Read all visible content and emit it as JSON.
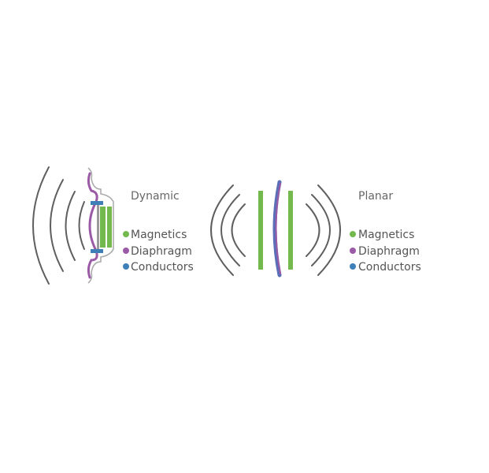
{
  "colors": {
    "magnetics": "#74b94e",
    "diaphragm": "#9b5aa6",
    "conductors": "#3e7fb8",
    "waves": "#5f5f5f",
    "housing": "#9a9a9a",
    "text": "#5a5a5a"
  },
  "dynamic": {
    "title": "Dynamic",
    "legend": [
      {
        "label": "Magnetics",
        "color": "#74b94e"
      },
      {
        "label": "Diaphragm",
        "color": "#9b5aa6"
      },
      {
        "label": "Conductors",
        "color": "#3e7fb8"
      }
    ]
  },
  "planar": {
    "title": "Planar",
    "legend": [
      {
        "label": "Magnetics",
        "color": "#74b94e"
      },
      {
        "label": "Diaphragm",
        "color": "#9b5aa6"
      },
      {
        "label": "Conductors",
        "color": "#3e7fb8"
      }
    ]
  }
}
